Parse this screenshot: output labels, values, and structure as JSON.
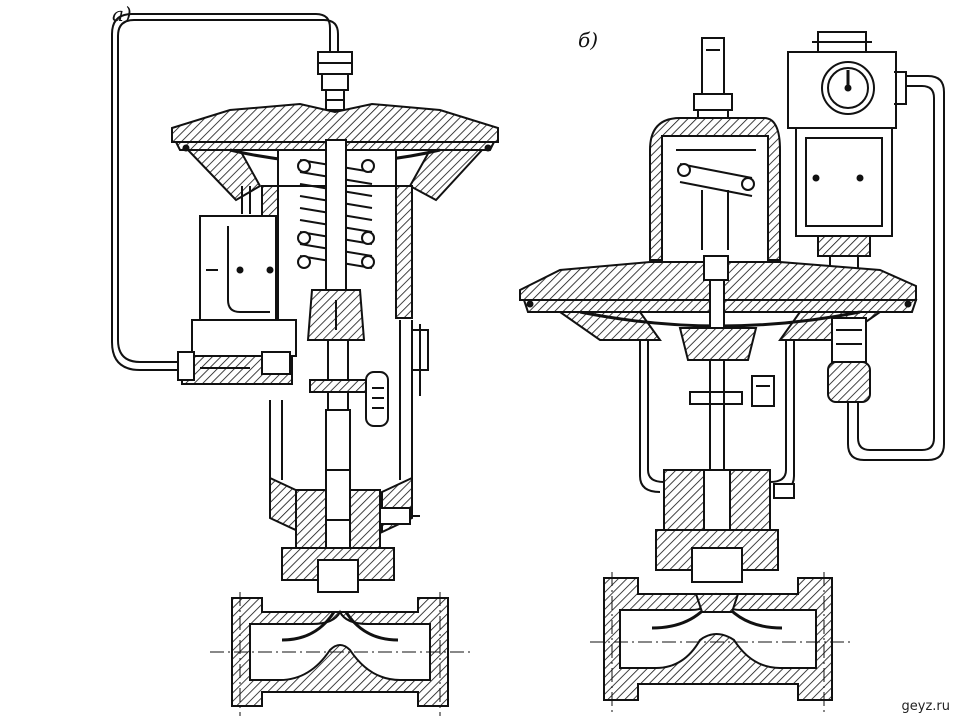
{
  "labels": {
    "panel_a": "a)",
    "panel_b": "б)"
  },
  "watermark": "geyz.ru",
  "colors": {
    "ink": "#111111",
    "paper": "#ffffff"
  }
}
